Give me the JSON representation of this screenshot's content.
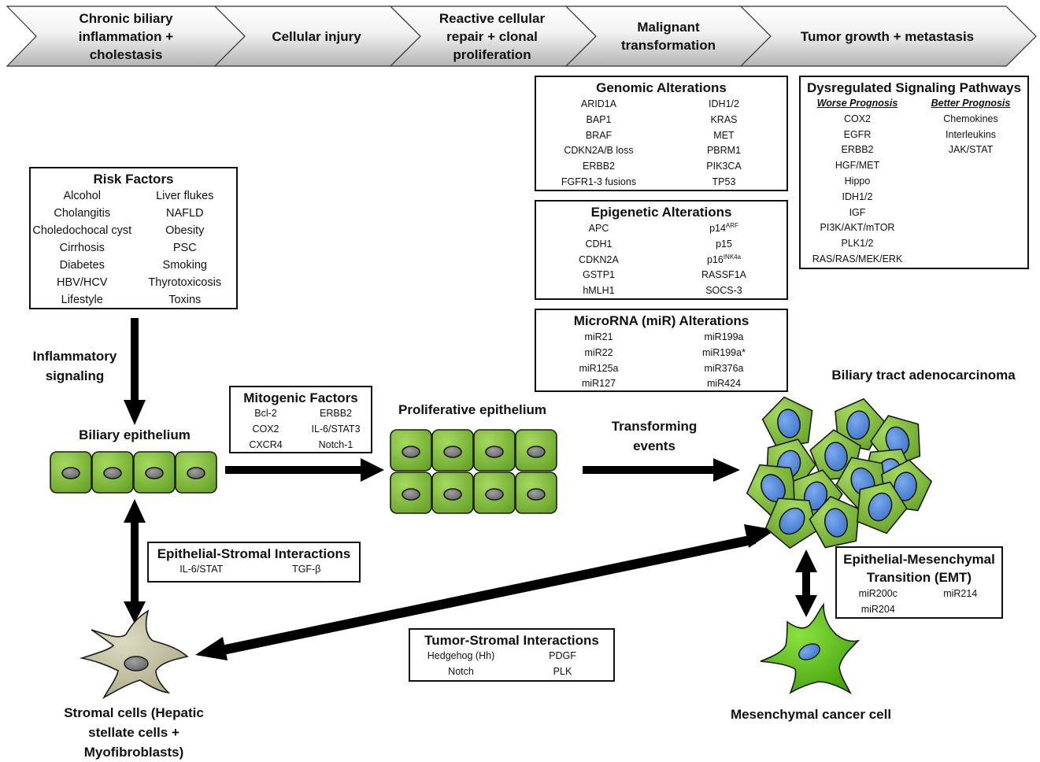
{
  "stages": [
    "Chronic biliary inflammation + cholestasis",
    "Cellular injury",
    "Reactive cellular repair + clonal proliferation",
    "Malignant transformation",
    "Tumor growth + metastasis"
  ],
  "genomic": {
    "title": "Genomic Alterations",
    "left": [
      "ARID1A",
      "BAP1",
      "BRAF",
      "CDKN2A/B loss",
      "ERBB2",
      "FGFR1-3 fusions"
    ],
    "right": [
      "IDH1/2",
      "KRAS",
      "MET",
      "PBRM1",
      "PIK3CA",
      "TP53"
    ]
  },
  "epigenetic": {
    "title": "Epigenetic Alterations",
    "left": [
      "APC",
      "CDH1",
      "CDKN2A",
      "GSTP1",
      "hMLH1"
    ],
    "right": [
      "p14",
      "p15",
      "p16",
      "RASSF1A",
      "SOCS-3"
    ],
    "sup_p14": "ARF",
    "sup_p16": "INK4a"
  },
  "microrna": {
    "title": "MicroRNA (miR) Alterations",
    "left": [
      "miR21",
      "miR22",
      "miR125a",
      "miR127"
    ],
    "right": [
      "miR199a",
      "miR199a*",
      "miR376a",
      "miR424"
    ]
  },
  "signaling": {
    "title": "Dysregulated Signaling Pathways",
    "worse_header": "Worse Prognosis",
    "better_header": "Better Prognosis",
    "worse": [
      "COX2",
      "EGFR",
      "ERBB2",
      "HGF/MET",
      "Hippo",
      "IDH1/2",
      "IGF",
      "PI3K/AKT/mTOR",
      "PLK1/2",
      "RAS/RAS/MEK/ERK"
    ],
    "better": [
      "Chemokines",
      "Interleukins",
      "JAK/STAT"
    ]
  },
  "risk": {
    "title": "Risk Factors",
    "left": [
      "Alcohol",
      "Cholangitis",
      "Choledochocal cyst",
      "Cirrhosis",
      "Diabetes",
      "HBV/HCV",
      "Lifestyle"
    ],
    "right": [
      "Liver flukes",
      "NAFLD",
      "Obesity",
      "PSC",
      "Smoking",
      "Thyrotoxicosis",
      "Toxins"
    ]
  },
  "mitogenic": {
    "title": "Mitogenic Factors",
    "left": [
      "Bcl-2",
      "COX2",
      "CXCR4"
    ],
    "right": [
      "ERBB2",
      "IL-6/STAT3",
      "Notch-1"
    ]
  },
  "epithelial_stromal": {
    "title": "Epithelial-Stromal Interactions",
    "left": [
      "IL-6/STAT"
    ],
    "right": [
      "TGF-β"
    ]
  },
  "tumor_stromal": {
    "title": "Tumor-Stromal Interactions",
    "left": [
      "Hedgehog (Hh)",
      "Notch"
    ],
    "right": [
      "PDGF",
      "PLK"
    ]
  },
  "emt": {
    "title": "Epithelial-Mesenchymal Transition (EMT)",
    "left": [
      "miR200c",
      "miR204"
    ],
    "right": [
      "miR214"
    ]
  },
  "labels": {
    "inflammatory": "Inflammatory signaling",
    "biliary_epithelium": "Biliary epithelium",
    "proliferative": "Proliferative epithelium",
    "transforming": "Transforming events",
    "adenocarcinoma": "Biliary tract adenocarcinoma",
    "stromal": "Stromal cells (Hepatic stellate cells + Myofibroblasts)",
    "mesenchymal": "Mesenchymal cancer cell"
  },
  "colors": {
    "cell_green": "#7cb73a",
    "cell_border": "#1a1a1a",
    "nucleus_grey": "#7a7a7a",
    "nucleus_blue": "#4f86d8",
    "stromal_beige": "#b8b594",
    "mesenchymal_green": "#5fc214",
    "arrow_grad_light": "#ffffff",
    "arrow_grad_dark": "#b4b4b4"
  }
}
